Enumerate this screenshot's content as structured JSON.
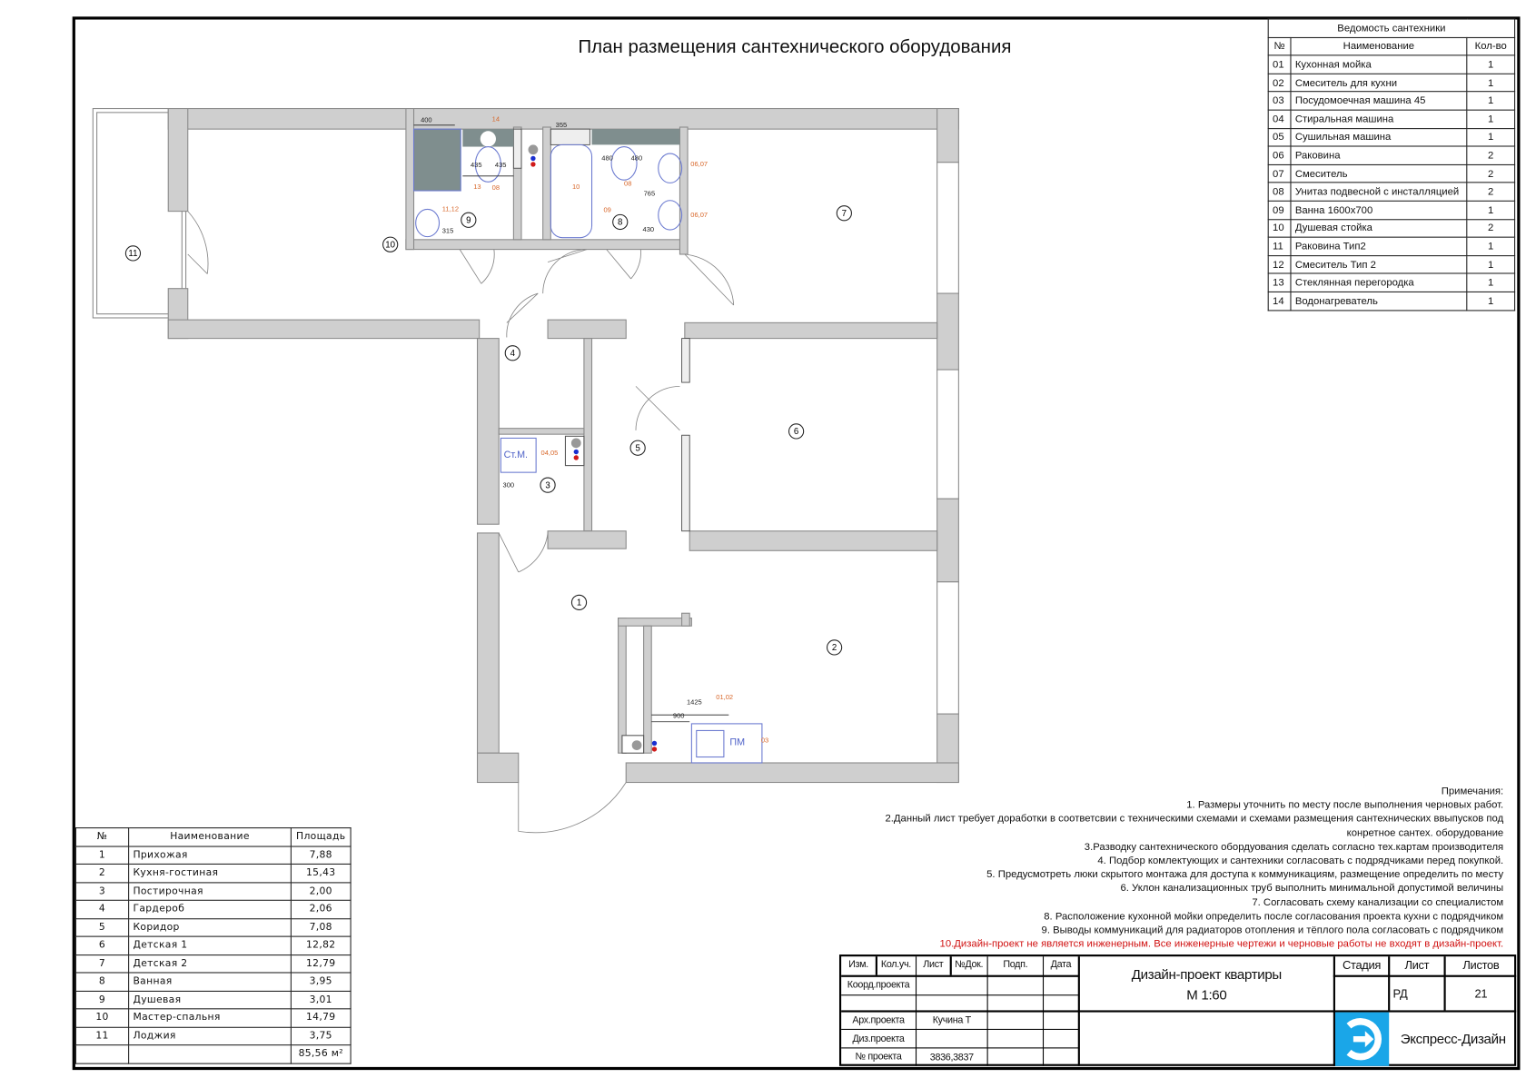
{
  "title": "План размещения сантехнического оборудования",
  "sanitary_table": {
    "caption": "Ведомость сантехники",
    "headers": [
      "№",
      "Наименование",
      "Кол-во"
    ],
    "rows": [
      [
        "01",
        "Кухонная мойка",
        "1"
      ],
      [
        "02",
        "Смеситель для кухни",
        "1"
      ],
      [
        "03",
        "Посудомоечная машина 45",
        "1"
      ],
      [
        "04",
        "Стиральная машина",
        "1"
      ],
      [
        "05",
        "Сушильная машина",
        "1"
      ],
      [
        "06",
        "Раковина",
        "2"
      ],
      [
        "07",
        "Смеситель",
        "2"
      ],
      [
        "08",
        "Унитаз подвесной с инсталляцией",
        "2"
      ],
      [
        "09",
        "Ванна 1600х700",
        "1"
      ],
      [
        "10",
        "Душевая стойка",
        "2"
      ],
      [
        "11",
        "Раковина Тип2",
        "1"
      ],
      [
        "12",
        "Смеситель Тип 2",
        "1"
      ],
      [
        "13",
        "Стеклянная перегородка",
        "1"
      ],
      [
        "14",
        "Водонагреватель",
        "1"
      ]
    ]
  },
  "rooms_table": {
    "headers": [
      "№",
      "Наименование",
      "Площадь"
    ],
    "rows": [
      [
        "1",
        "Прихожая",
        "7,88"
      ],
      [
        "2",
        "Кухня-гостиная",
        "15,43"
      ],
      [
        "3",
        "Постирочная",
        "2,00"
      ],
      [
        "4",
        "Гардероб",
        "2,06"
      ],
      [
        "5",
        "Коридор",
        "7,08"
      ],
      [
        "6",
        "Детская 1",
        "12,82"
      ],
      [
        "7",
        "Детская 2",
        "12,79"
      ],
      [
        "8",
        "Ванная",
        "3,95"
      ],
      [
        "9",
        "Душевая",
        "3,01"
      ],
      [
        "10",
        "Мастер-спальня",
        "14,79"
      ],
      [
        "11",
        "Лоджия",
        "3,75"
      ]
    ],
    "total": "85,56 м²"
  },
  "notes": {
    "heading": "Примечания:",
    "items": [
      "1. Размеры уточнить по месту после выполнения черновых работ.",
      "2.Данный лист требует доработки в соответсвии с техническими схемами и схемами размещения сантехнических ввыпусков под",
      "конретное сантех. оборудование",
      "3.Разводку сантехнического обордуования сделать согласно тех.картам производителя",
      "4. Подбор комлектующих и сантехники согласовать с подрядчиками перед покупкой.",
      "5. Предусмотреть люки скрытого монтажа для доступа к коммуникациям, размещение определить по месту",
      "6. Уклон канализационных труб выполнить минимальной допустимой величины",
      "7. Согласовать схему канализации со специалистом",
      "8. Расположение кухонной мойки определить после согласования проекта кухни с подрядчиком",
      "9. Выводы коммуникаций для радиаторов отопления и тёплого пола согласовать с подрядчиком",
      "10.Дизайн-проект не является инженерным. Все инженерные чертежи и черновые работы не входят в дизайн-проект."
    ],
    "warning_color": "#d01010"
  },
  "title_block": {
    "col_headers": [
      "Изм.",
      "Кол.уч.",
      "Лист",
      "№Док.",
      "Подп.",
      "Дата"
    ],
    "roles": [
      "Коорд.проекта",
      "Арх.проекта",
      "Диз.проекта",
      "№ проекта"
    ],
    "arch_name": "Кучина Т",
    "project_no": "3836,3837",
    "project_title": "Дизайн-проект квартиры",
    "scale": "М 1:60",
    "stage_label": "Стадия",
    "sheet_label": "Лист",
    "sheets_label": "Листов",
    "sheet_value": "РД",
    "sheets_value": "21",
    "company": "Экспресс-Дизайн",
    "logo_color": "#1aa6e8"
  },
  "plan": {
    "room_numbers": [
      "1",
      "2",
      "3",
      "4",
      "5",
      "6",
      "7",
      "8",
      "9",
      "10",
      "11"
    ],
    "labels": {
      "d400": "400",
      "d435a": "435",
      "d435b": "435",
      "m14": "14",
      "m13": "13",
      "m08a": "08",
      "m1112": "11,12",
      "d315": "315",
      "d355": "355",
      "m10": "10",
      "m09": "09",
      "d480a": "480",
      "d480b": "480",
      "m08b": "08",
      "m0607a": "06,07",
      "m0607b": "06,07",
      "d765": "765",
      "d430": "430",
      "stm": "Ст.М.",
      "m0405": "04,05",
      "d300": "300",
      "d1425": "1425",
      "d900": "900",
      "m0102": "01,02",
      "pm": "ПМ",
      "m03": "03"
    }
  }
}
